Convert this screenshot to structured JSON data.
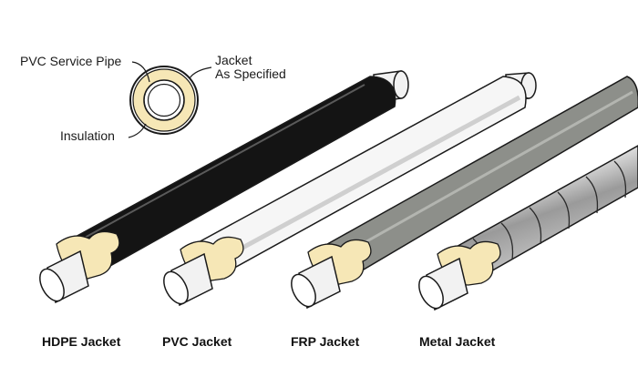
{
  "callouts": {
    "service_pipe": "PVC Service Pipe",
    "jacket_line1": "Jacket",
    "jacket_line2": "As Specified",
    "insulation": "Insulation"
  },
  "jackets": [
    {
      "label": "HDPE Jacket",
      "color": "#141414"
    },
    {
      "label": "PVC Jacket",
      "color": "#f6f6f6"
    },
    {
      "label": "FRP Jacket",
      "color": "#8d8f8a"
    },
    {
      "label": "Metal Jacket",
      "color": "#b4b4b4"
    }
  ],
  "colors": {
    "insulation": "#f6e7b6",
    "service_pipe": "#f2f2f2",
    "outline": "#1a1a1a"
  }
}
